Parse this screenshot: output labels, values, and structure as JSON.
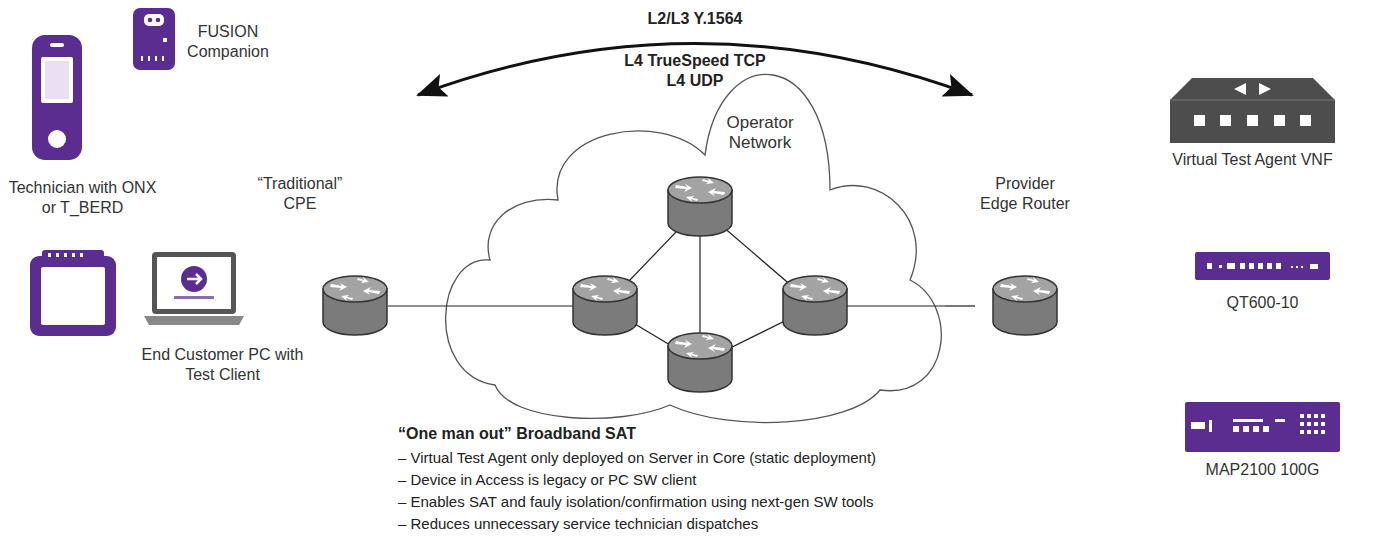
{
  "diagram": {
    "nodes": [
      {
        "text": [
          "FUSION Companion"
        ]
      },
      {
        "text": [
          "Technician with ONX or T_BERD"
        ]
      },
      {
        "text": [
          "End Customer PC with Test Client"
        ]
      },
      {
        "text": [
          "“Traditional” CPE"
        ]
      },
      {
        "text": [
          "Operator Network"
        ]
      },
      {
        "text": [
          "Provider Edge Router"
        ]
      },
      {
        "text": [
          "Virtual Test Agent VNF"
        ]
      },
      {
        "text": [
          "QT600-10"
        ]
      },
      {
        "text": [
          "MAP2100 100G"
        ]
      }
    ],
    "edges": [
      {
        "from": 3,
        "to": 4,
        "arrow": "none"
      },
      {
        "from": 4,
        "to": 5,
        "arrow": "none"
      }
    ],
    "labels": [
      "L2/L3 Y.1564",
      "L4 TrueSpeed TCP",
      "L4 UDP",
      "“One man out” Broadband SAT",
      "– Virtual Test Agent only deployed on Server in Core (static deployment)",
      "– Device in Access is legacy or PC SW client",
      "– Enables SAT and fauly isolation/confirmation using next-gen SW tools",
      "– Reduces unnecessary service technician dispatches"
    ]
  }
}
